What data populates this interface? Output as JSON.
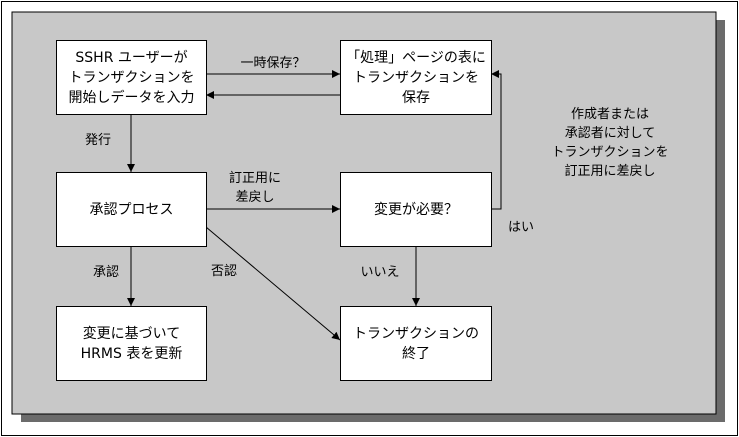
{
  "colors": {
    "panel": "#c8c8c8",
    "shadow": "#6b6b6b",
    "line": "#000000",
    "box": "#ffffff"
  },
  "nodes": {
    "start": "SSHR ユーザーが\nトランザクションを\n開始しデータを入力",
    "save_table": "「処理」ページの表に\nトランザクションを\n保存",
    "approval": "承認プロセス",
    "change_needed": "変更が必要？",
    "update_hrms": "変更に基づいて\nHRMS 表を更新",
    "end": "トランザクションの\n終了"
  },
  "edges": {
    "temp_save": "一時保存？",
    "issue": "発行",
    "send_back": "訂正用に\n差戻し",
    "approved": "承認",
    "rejected": "否認",
    "no": "いいえ",
    "yes": "はい",
    "author_note": "作成者または\n承認者に対して\nトランザクションを\n訂正用に差戻し"
  }
}
